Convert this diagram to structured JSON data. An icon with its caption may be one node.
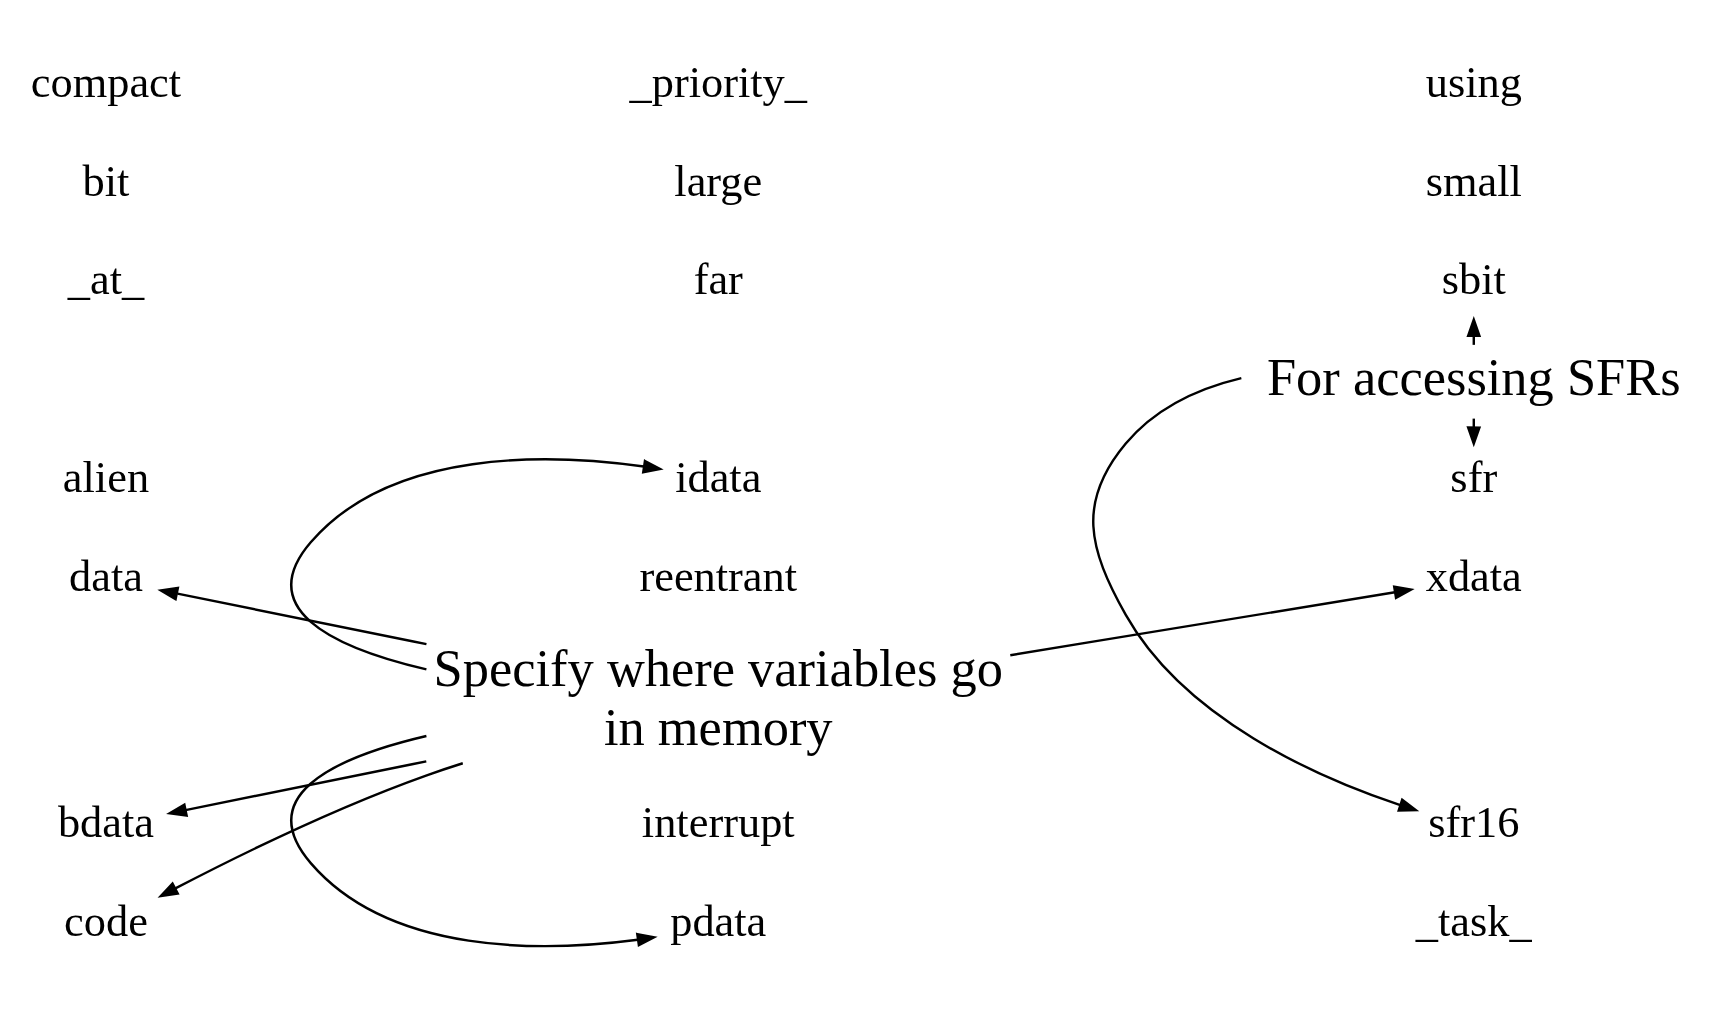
{
  "diagram": {
    "nodes": [
      {
        "text": [
          "For accessing SFRs"
        ]
      },
      {
        "text": [
          "Specify where variables go in memory"
        ]
      },
      {
        "text": [
          "bdata"
        ]
      },
      {
        "text": [
          "code"
        ]
      },
      {
        "text": [
          "data"
        ]
      },
      {
        "text": [
          "idata"
        ]
      },
      {
        "text": [
          "pdata"
        ]
      },
      {
        "text": [
          "sbit"
        ]
      },
      {
        "text": [
          "sfr"
        ]
      },
      {
        "text": [
          "sfr16"
        ]
      },
      {
        "text": [
          "xdata"
        ]
      }
    ],
    "edges": [
      {
        "from": 0,
        "to": 7,
        "arrow": "to"
      },
      {
        "from": 0,
        "to": 8,
        "arrow": "to"
      },
      {
        "from": 0,
        "to": 9,
        "arrow": "to"
      },
      {
        "from": 1,
        "to": 2,
        "arrow": "to"
      },
      {
        "from": 1,
        "to": 3,
        "arrow": "to"
      },
      {
        "from": 1,
        "to": 4,
        "arrow": "to"
      },
      {
        "from": 1,
        "to": 5,
        "arrow": "to"
      },
      {
        "from": 1,
        "to": 6,
        "arrow": "to"
      },
      {
        "from": 1,
        "to": 10,
        "arrow": "to"
      }
    ],
    "labels": [
      "_at_",
      "alien",
      "bit",
      "compact",
      "far",
      "interrupt",
      "large",
      "_priority_",
      "reentrant",
      "small",
      "_task_",
      "using"
    ]
  }
}
